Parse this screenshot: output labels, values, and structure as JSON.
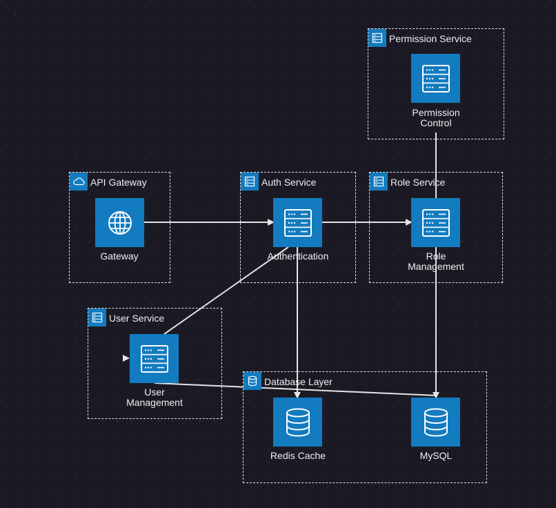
{
  "colors": {
    "background": "#1b1a24",
    "node_fill": "#137bbf",
    "edge": "#e6e6e6",
    "text": "#f0f0f0"
  },
  "groups": {
    "permission": {
      "title": "Permission Service",
      "icon": "server-rack-icon"
    },
    "api": {
      "title": "API Gateway",
      "icon": "cloud-icon"
    },
    "auth": {
      "title": "Auth Service",
      "icon": "server-rack-icon"
    },
    "role": {
      "title": "Role Service",
      "icon": "server-rack-icon"
    },
    "user": {
      "title": "User Service",
      "icon": "server-rack-icon"
    },
    "database": {
      "title": "Database Layer",
      "icon": "database-icon"
    }
  },
  "nodes": {
    "permission_control": {
      "label_line1": "Permission",
      "label_line2": "Control",
      "icon": "server-icon"
    },
    "gateway": {
      "label_line1": "Gateway",
      "icon": "globe-icon"
    },
    "authentication": {
      "label_line1": "Authentication",
      "icon": "server-icon"
    },
    "role_management": {
      "label_line1": "Role",
      "label_line2": "Management",
      "icon": "server-icon"
    },
    "user_management": {
      "label_line1": "User",
      "label_line2": "Management",
      "icon": "server-icon"
    },
    "redis_cache": {
      "label_line1": "Redis Cache",
      "icon": "database-icon"
    },
    "mysql": {
      "label_line1": "MySQL",
      "icon": "database-icon"
    }
  },
  "edges": [
    {
      "from": "gateway",
      "to": "authentication",
      "arrow": true
    },
    {
      "from": "authentication",
      "to": "role_management",
      "arrow": true
    },
    {
      "from": "permission_control",
      "to": "role_management",
      "arrow": false
    },
    {
      "from": "authentication",
      "to": "redis_cache",
      "arrow": true
    },
    {
      "from": "role_management",
      "to": "mysql",
      "arrow": true
    },
    {
      "from": "authentication",
      "to": "user_management",
      "arrow": false
    },
    {
      "from": "user_management",
      "to": "mysql",
      "arrow": false
    }
  ]
}
